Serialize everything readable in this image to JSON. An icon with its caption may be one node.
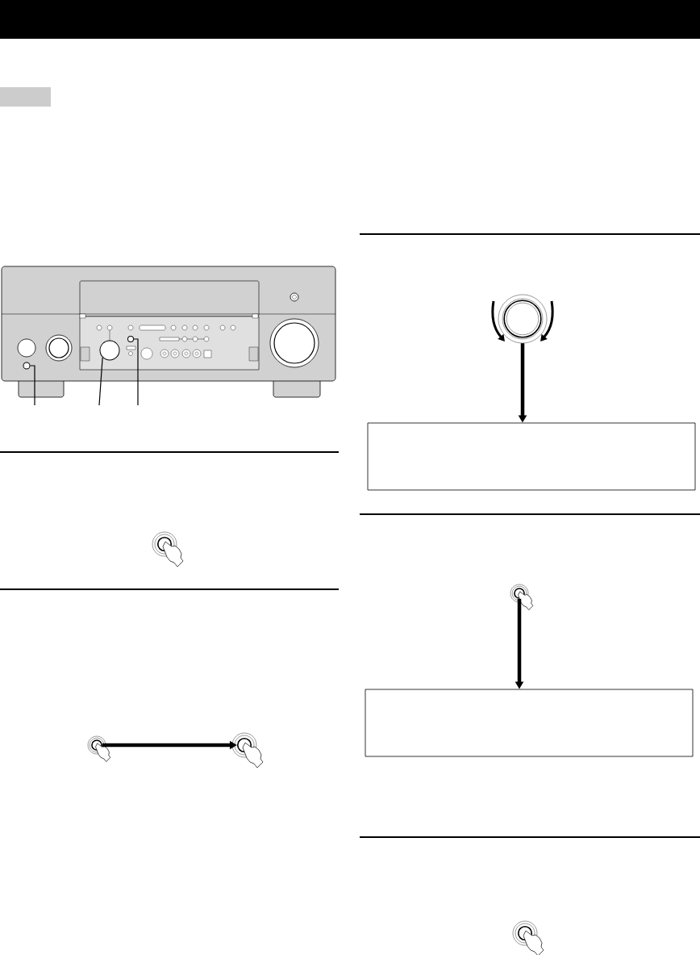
{
  "diagram": {
    "nodes": [
      {
        "text": [],
        "shape": "picture"
      },
      {
        "text": [],
        "shape": "circle",
        "in": 0
      },
      {
        "text": [],
        "shape": "circle",
        "in": 0
      },
      {
        "text": [],
        "shape": "circle",
        "in": 0
      },
      {
        "text": [],
        "shape": "button"
      },
      {
        "text": [],
        "shape": "button"
      },
      {
        "text": [],
        "shape": "button"
      },
      {
        "text": [],
        "shape": "knob"
      },
      {
        "text": [],
        "shape": "box"
      },
      {
        "text": [],
        "shape": "button"
      },
      {
        "text": [],
        "shape": "box"
      },
      {
        "text": [],
        "shape": "button"
      }
    ],
    "edges": [
      {
        "from": null,
        "to": 1,
        "arrow": "none"
      },
      {
        "from": null,
        "to": 2,
        "arrow": "none"
      },
      {
        "from": null,
        "to": 3,
        "arrow": "none"
      },
      {
        "from": 5,
        "to": 6,
        "arrow": "to",
        "style": "thick"
      },
      {
        "from": 7,
        "to": 8,
        "arrow": "to",
        "style": "thick"
      },
      {
        "from": 9,
        "to": 10,
        "arrow": "to",
        "style": "thick"
      }
    ]
  }
}
